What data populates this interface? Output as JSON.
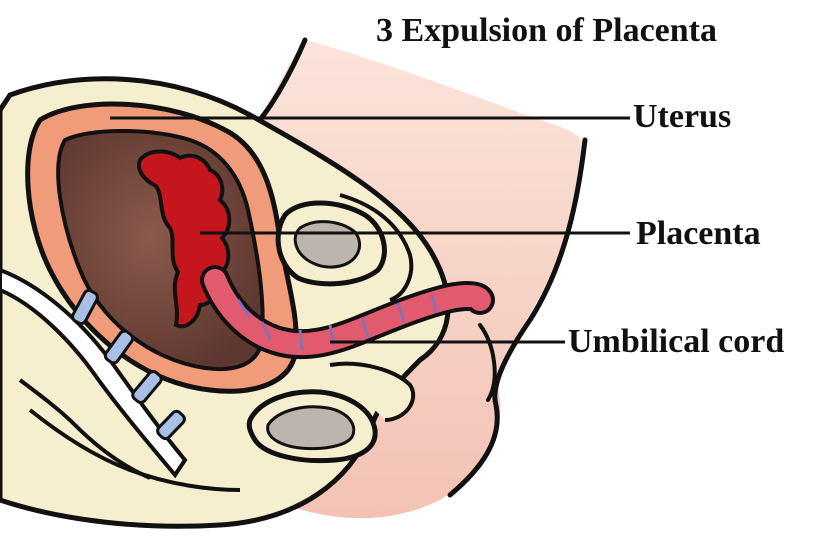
{
  "title": "3 Expulsion of Placenta",
  "labels": {
    "uterus": "Uterus",
    "placenta": "Placenta",
    "umbilical_cord": "Umbilical cord"
  },
  "colors": {
    "skin": "#f7cfc0",
    "tissue": "#f6efcf",
    "uterus_wall": "#f09b79",
    "uterine_cavity": "#7a4a3f",
    "placenta": "#c4161c",
    "umbilical_cord": "#e25a6e",
    "bone": "#ffffff",
    "disc": "#a9bfe6",
    "gray_organ": "#bcb5ad",
    "outline": "#111111"
  }
}
